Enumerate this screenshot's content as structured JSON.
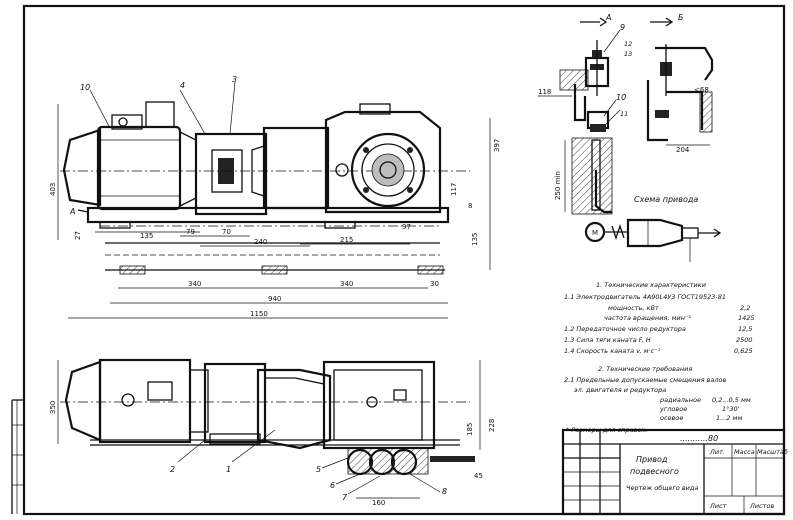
{
  "views": {
    "view_a": "A",
    "view_b": "Б",
    "a_marker": "A",
    "scheme_title": "Схема привода"
  },
  "leaders": [
    "10",
    "4",
    "3",
    "2",
    "1",
    "5",
    "6",
    "7",
    "8",
    "9",
    "10",
    "11",
    "12",
    "13"
  ],
  "dimensions": {
    "front_height": "403",
    "front_right_height": "397",
    "dim_27": "27",
    "dim_135": "135",
    "dim_79": "79",
    "dim_70": "70",
    "dim_240": "240",
    "dim_215": "215",
    "dim_97": "97",
    "dim_117": "117",
    "dim_8": "8",
    "dim_135_right": "135",
    "dim_340_left": "340",
    "dim_340_right": "340",
    "dim_30": "30",
    "dim_940": "940",
    "dim_1150": "1150",
    "plan_350": "350",
    "plan_228": "228",
    "plan_185": "185",
    "plan_45": "45",
    "plan_160": "160",
    "detail_118": "118",
    "detail_250": "250 min",
    "detail_68": "<68",
    "detail_204": "204"
  },
  "spec_block": {
    "title": "1. Технические характеристики",
    "motor": "1.1 Электродвигатель 4А90L4У3 ГОСТ19523-81",
    "power_label": "мощность, кВт",
    "power_value": "2,2",
    "speed_label": "частота вращения, мин⁻¹",
    "speed_value": "1425",
    "ratio_label": "1.2 Передаточное число редуктора",
    "ratio_value": "12,5",
    "force_label": "1.3 Сила тяги каната F, Н",
    "force_value": "2500",
    "velocity_label": "1.4 Скорость каната v, м·с⁻¹",
    "velocity_value": "0,625"
  },
  "req_block": {
    "title": "2. Технические требования",
    "line1": "2.1 Предельные допускаемые смещения валов",
    "line2": "эл. двигателя и редуктора",
    "radial_label": "радиальное",
    "radial_value": "0,2...0,5 мм",
    "angular_label": "угловое",
    "angular_value": "1°30'",
    "axial_label": "осевое",
    "axial_value": "1...2 мм",
    "footnote": "* Размеры для справок."
  },
  "title_block": {
    "designation": "...........80",
    "name_line1": "Привод",
    "name_line2": "подвесного",
    "name_line3": "Чертеж общего вида",
    "col_lit": "Лит.",
    "col_mass": "Масса",
    "col_scale": "Масштаб",
    "sheet": "Лист",
    "sheets": "Листов"
  }
}
